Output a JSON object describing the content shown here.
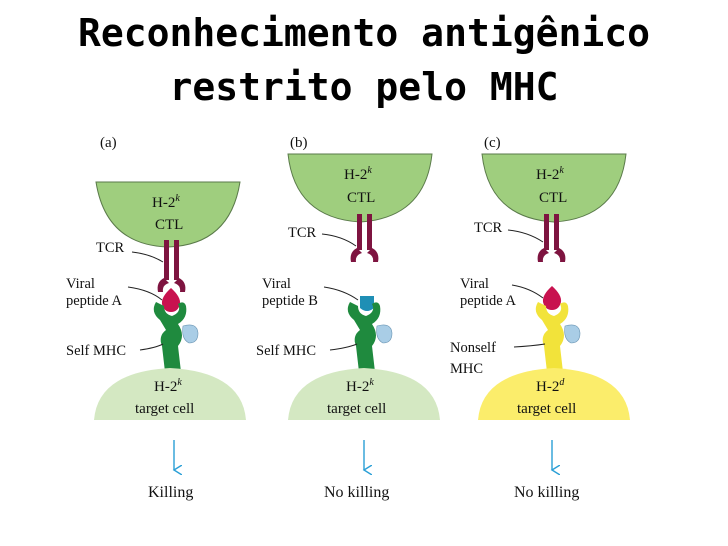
{
  "title": {
    "line1": "Reconhecimento antigênico",
    "line2": "restrito pelo MHC"
  },
  "panels": [
    {
      "id": "a",
      "label": "(a)",
      "ctl": {
        "haplotype_base": "H-2",
        "haplotype_sup": "k",
        "name": "CTL"
      },
      "tcr_label": "TCR",
      "peptide_label_1": "Viral",
      "peptide_label_2": "peptide A",
      "mhc_label_1": "Self MHC",
      "mhc_label_2": "",
      "target": {
        "haplotype_base": "H-2",
        "haplotype_sup": "k",
        "name": "target cell"
      },
      "outcome": "Killing",
      "colors": {
        "ctl": "#9fce7e",
        "target": "#d4e8c2",
        "mhc": "#1f8a3e",
        "peptide": "#c8124f"
      }
    },
    {
      "id": "b",
      "label": "(b)",
      "ctl": {
        "haplotype_base": "H-2",
        "haplotype_sup": "k",
        "name": "CTL"
      },
      "tcr_label": "TCR",
      "peptide_label_1": "Viral",
      "peptide_label_2": "peptide B",
      "mhc_label_1": "Self MHC",
      "mhc_label_2": "",
      "target": {
        "haplotype_base": "H-2",
        "haplotype_sup": "k",
        "name": "target cell"
      },
      "outcome": "No killing",
      "colors": {
        "ctl": "#9fce7e",
        "target": "#d4e8c2",
        "mhc": "#1f8a3e",
        "peptide": "#1f8fb5"
      }
    },
    {
      "id": "c",
      "label": "(c)",
      "ctl": {
        "haplotype_base": "H-2",
        "haplotype_sup": "k",
        "name": "CTL"
      },
      "tcr_label": "TCR",
      "peptide_label_1": "Viral",
      "peptide_label_2": "peptide A",
      "mhc_label_1": "Nonself",
      "mhc_label_2": "MHC",
      "target": {
        "haplotype_base": "H-2",
        "haplotype_sup": "d",
        "name": "target cell"
      },
      "outcome": "No killing",
      "colors": {
        "ctl": "#9fce7e",
        "target": "#fbed6b",
        "mhc": "#f2e33a",
        "peptide": "#c8124f"
      }
    }
  ],
  "colors": {
    "tcr": "#7e1440",
    "b2m": "#a9cde6",
    "arrow": "#2a9fd6",
    "outline": "#5a7a4a"
  }
}
